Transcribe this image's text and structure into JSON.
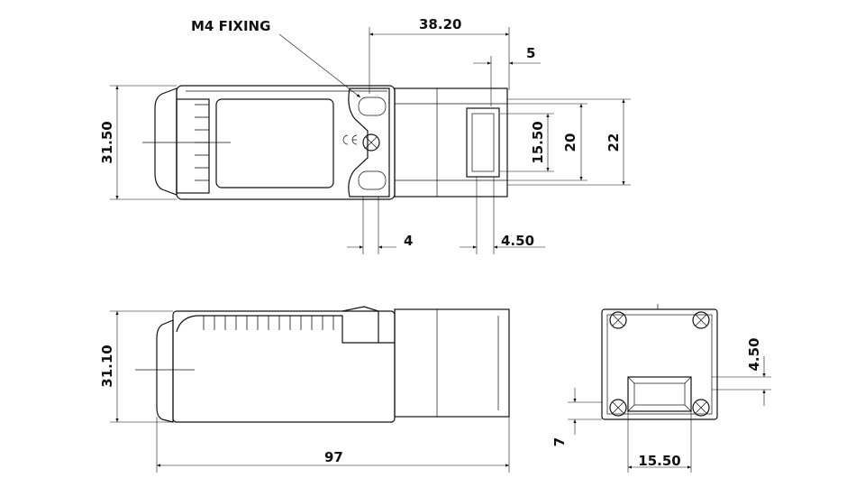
{
  "callout": {
    "label": "M4 FIXING"
  },
  "top_view": {
    "dims": {
      "length": "38.20",
      "offset": "5",
      "height_total": "31.50",
      "slot_height": "15.50",
      "slot_span": "20",
      "head_height": "22",
      "hole_offset": "4",
      "slot_offset": "4.50"
    }
  },
  "side_view": {
    "dims": {
      "height": "31.10",
      "length": "97"
    }
  },
  "end_view": {
    "dims": {
      "slot_offset": "4.50",
      "bottom_offset": "7",
      "slot_width": "15.50"
    }
  },
  "icons": [
    "ce-mark-icon",
    "screw-icon"
  ]
}
